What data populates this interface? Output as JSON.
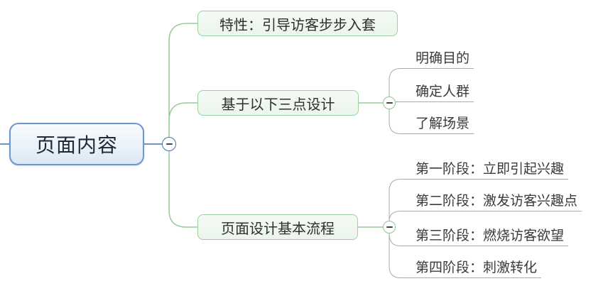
{
  "ui": {
    "collapse_glyph": "−",
    "icons": {
      "collapse": "minus"
    }
  },
  "colors": {
    "root_border": "#6d97cd",
    "root_fill": "#e8f1fa",
    "root_connector": "#4273b1",
    "branch_border": "#9ccfa2",
    "branch_fill": "#eef6ee",
    "branch_connector": "#96cb9e",
    "leaf_connector": "#ababab",
    "text": "#2f2f2f"
  },
  "root": {
    "label": "页面内容"
  },
  "branches": [
    {
      "label": "特性：引导访客步步入套",
      "children": []
    },
    {
      "label": "基于以下三点设计",
      "children": [
        "明确目的",
        "确定人群",
        "了解场景"
      ]
    },
    {
      "label": "页面设计基本流程",
      "children": [
        "第一阶段：立即引起兴趣",
        "第二阶段：激发访客兴趣点",
        "第三阶段：燃烧访客欲望",
        "第四阶段：刺激转化"
      ]
    }
  ]
}
